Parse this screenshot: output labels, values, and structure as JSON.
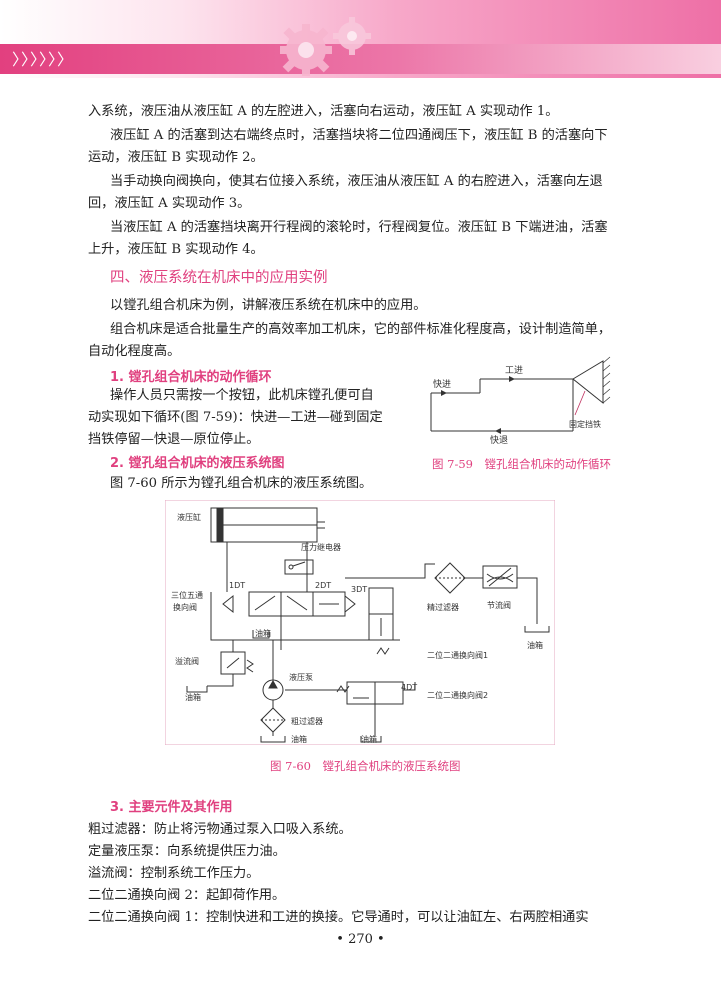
{
  "header": {
    "chevrons": "〉〉〉〉〉〉"
  },
  "paragraphs": {
    "p1": "入系统，液压油从液压缸 A 的左腔进入，活塞向右运动，液压缸 A 实现动作 1。",
    "p2a": "液压缸 A 的活塞到达右端终点时，活塞挡块将二位四通阀压下，液压缸 B 的活塞向下",
    "p2b": "运动，液压缸 B 实现动作 2。",
    "p3a": "当手动换向阀换向，使其右位接入系统，液压油从液压缸 A 的右腔进入，活塞向左退",
    "p3b": "回，液压缸 A 实现动作 3。",
    "p4a": "当液压缸 A 的活塞挡块离开行程阀的滚轮时，行程阀复位。液压缸 B 下端进油，活塞",
    "p4b": "上升，液压缸 B 实现动作 4。"
  },
  "section4": {
    "title": "四、液压系统在机床中的应用实例",
    "intro": "以镗孔组合机床为例，讲解液压系统在机床中的应用。",
    "desc_a": "组合机床是适合批量生产的高效率加工机床，它的部件标准化程度高，设计制造简单，",
    "desc_b": "自动化程度高。"
  },
  "sub1": {
    "title": "1. 镗孔组合机床的动作循环",
    "text_a": "操作人员只需按一个按钮，此机床镗孔便可自",
    "text_b": "动实现如下循环(图 7-59)：快进—工进—碰到固定",
    "text_c": "挡铁停留—快退—原位停止。"
  },
  "fig59": {
    "caption": "图 7-59　镗孔组合机床的动作循环",
    "labels": {
      "fast_in": "快进",
      "work_in": "工进",
      "fast_back": "快退",
      "stop": "固定挡铁"
    }
  },
  "sub2": {
    "title": "2. 镗孔组合机床的液压系统图",
    "text": "图 7-60 所示为镗孔组合机床的液压系统图。"
  },
  "fig60": {
    "caption": "图 7-60　镗孔组合机床的液压系统图",
    "labels": {
      "cylinder": "液压缸",
      "pressure_relay": "压力继电器",
      "dt1": "1DT",
      "dt2": "2DT",
      "dt3": "3DT",
      "dt4": "4DT",
      "three_five": "三位五通",
      "three_five_b": "换向阀",
      "tank": "油箱",
      "fine_filter": "精过滤器",
      "throttle": "节流阀",
      "tank_right": "油箱",
      "two_two_1": "二位二通换向阀1",
      "relief": "溢流阀",
      "tank_relief": "油箱",
      "pump": "液压泵",
      "coarse_filter": "粗过滤器",
      "tank_pump": "油箱",
      "two_two_2": "二位二通换向阀2",
      "tank_v2": "油箱"
    }
  },
  "sub3": {
    "title": "3. 主要元件及其作用",
    "items": [
      "粗过滤器：防止将污物通过泵入口吸入系统。",
      "定量液压泵：向系统提供压力油。",
      "溢流阀：控制系统工作压力。",
      "二位二通换向阀 2：起卸荷作用。",
      "二位二通换向阀 1：控制快进和工进的换接。它导通时，可以让油缸左、右两腔相通实"
    ]
  },
  "page_number": "• 270 •"
}
